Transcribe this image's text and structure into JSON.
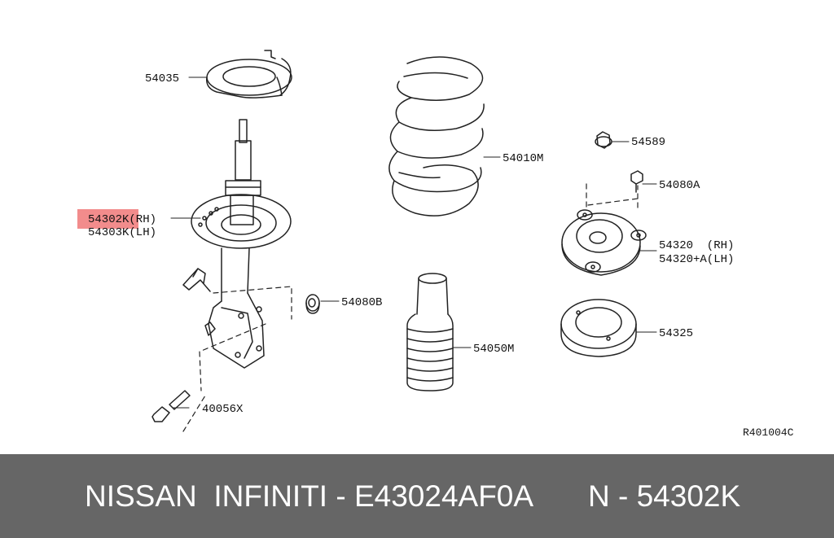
{
  "diagram": {
    "parts": {
      "upper_seat": "54035",
      "strut_rh": "54302K(RH)",
      "strut_lh": "54303K(LH)",
      "coil_spring": "54010M",
      "nut": "54589",
      "bolt_upper": "54080A",
      "mount_rh": "54320  (RH)",
      "mount_lh": "54320+A(LH)",
      "bearing": "54325",
      "bound_bumper": "54050M",
      "nut_lower": "54080B",
      "bolt_lower": "40056X"
    },
    "reference": "R401004C",
    "highlight_color": "#f07878"
  },
  "footer": {
    "left_text": "NISSAN  INFINITI - E43024AF0A",
    "right_text": "N - 54302K",
    "background": "#666666"
  }
}
